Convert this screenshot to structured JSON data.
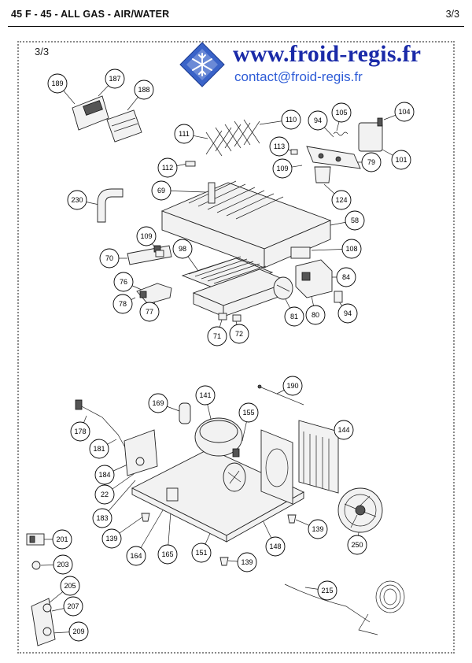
{
  "header": {
    "title": "45 F - 45 -  ALL GAS - AIR/WATER",
    "page": "3/3"
  },
  "sheet_label": "3/3",
  "brand": {
    "url": "www.froid-regis.fr",
    "contact": "contact@froid-regis.fr",
    "colors": {
      "url": "#1a2aa8",
      "contact": "#2d5bd6",
      "logo": "#3a63c8"
    }
  },
  "callouts": [
    {
      "id": "c189",
      "label": "189"
    },
    {
      "id": "c187",
      "label": "187"
    },
    {
      "id": "c188",
      "label": "188"
    },
    {
      "id": "c111",
      "label": "111"
    },
    {
      "id": "c110",
      "label": "110"
    },
    {
      "id": "c94a",
      "label": "94"
    },
    {
      "id": "c105",
      "label": "105"
    },
    {
      "id": "c104",
      "label": "104"
    },
    {
      "id": "c113",
      "label": "113"
    },
    {
      "id": "c101",
      "label": "101"
    },
    {
      "id": "c112",
      "label": "112"
    },
    {
      "id": "c109a",
      "label": "109"
    },
    {
      "id": "c79",
      "label": "79"
    },
    {
      "id": "c69",
      "label": "69"
    },
    {
      "id": "c124",
      "label": "124"
    },
    {
      "id": "c230",
      "label": "230"
    },
    {
      "id": "c58",
      "label": "58"
    },
    {
      "id": "c109b",
      "label": "109"
    },
    {
      "id": "c70",
      "label": "70"
    },
    {
      "id": "c98",
      "label": "98"
    },
    {
      "id": "c108",
      "label": "108"
    },
    {
      "id": "c84",
      "label": "84"
    },
    {
      "id": "c76",
      "label": "76"
    },
    {
      "id": "c78",
      "label": "78"
    },
    {
      "id": "c77",
      "label": "77"
    },
    {
      "id": "c81",
      "label": "81"
    },
    {
      "id": "c80",
      "label": "80"
    },
    {
      "id": "c94b",
      "label": "94"
    },
    {
      "id": "c71",
      "label": "71"
    },
    {
      "id": "c72",
      "label": "72"
    },
    {
      "id": "c190",
      "label": "190"
    },
    {
      "id": "c169",
      "label": "169"
    },
    {
      "id": "c141",
      "label": "141"
    },
    {
      "id": "c155",
      "label": "155"
    },
    {
      "id": "c144",
      "label": "144"
    },
    {
      "id": "c178",
      "label": "178"
    },
    {
      "id": "c181",
      "label": "181"
    },
    {
      "id": "c184",
      "label": "184"
    },
    {
      "id": "c22",
      "label": "22"
    },
    {
      "id": "c183",
      "label": "183"
    },
    {
      "id": "c139a",
      "label": "139"
    },
    {
      "id": "c139b",
      "label": "139"
    },
    {
      "id": "c250",
      "label": "250"
    },
    {
      "id": "c164",
      "label": "164"
    },
    {
      "id": "c165",
      "label": "165"
    },
    {
      "id": "c151",
      "label": "151"
    },
    {
      "id": "c148",
      "label": "148"
    },
    {
      "id": "c139c",
      "label": "139"
    },
    {
      "id": "c201",
      "label": "201"
    },
    {
      "id": "c203",
      "label": "203"
    },
    {
      "id": "c205",
      "label": "205"
    },
    {
      "id": "c207",
      "label": "207"
    },
    {
      "id": "c209",
      "label": "209"
    },
    {
      "id": "c215",
      "label": "215"
    }
  ]
}
